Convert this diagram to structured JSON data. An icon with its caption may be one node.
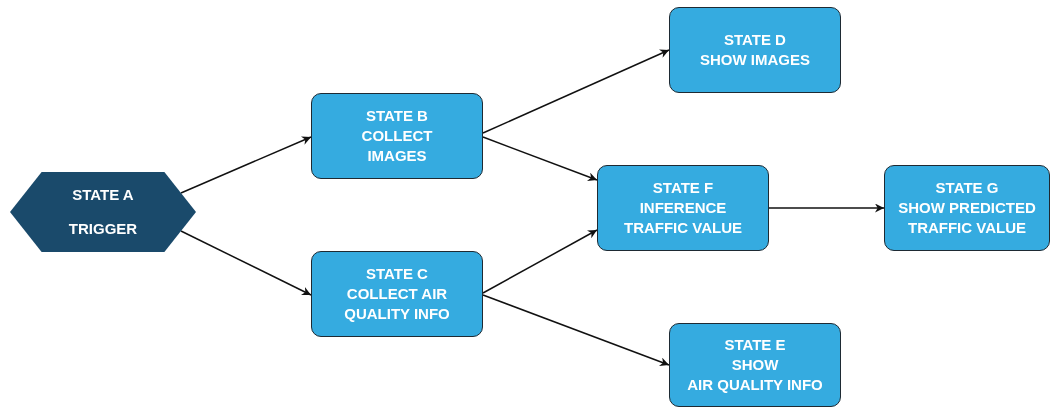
{
  "diagram": {
    "nodes": [
      {
        "text": [
          "STATE A",
          "TRIGGER"
        ]
      },
      {
        "text": [
          "STATE B",
          "COLLECT IMAGES"
        ]
      },
      {
        "text": [
          "STATE C",
          "COLLECT AIR QUALITY INFO"
        ]
      },
      {
        "text": [
          "STATE D",
          "SHOW IMAGES"
        ]
      },
      {
        "text": [
          "STATE F",
          "INFERENCE TRAFFIC VALUE"
        ]
      },
      {
        "text": [
          "STATE G",
          "SHOW PREDICTED TRAFFIC VALUE"
        ]
      },
      {
        "text": [
          "STATE E",
          "SHOW",
          "AIR QUALITY INFO"
        ]
      }
    ],
    "edges": [
      {
        "from": 0,
        "to": 1,
        "arrow": "to"
      },
      {
        "from": 0,
        "to": 2,
        "arrow": "to"
      },
      {
        "from": 1,
        "to": 3,
        "arrow": "to"
      },
      {
        "from": 1,
        "to": 4,
        "arrow": "to"
      },
      {
        "from": 2,
        "to": 4,
        "arrow": "to"
      },
      {
        "from": 2,
        "to": 6,
        "arrow": "to"
      },
      {
        "from": 4,
        "to": 5,
        "arrow": "to"
      }
    ]
  }
}
